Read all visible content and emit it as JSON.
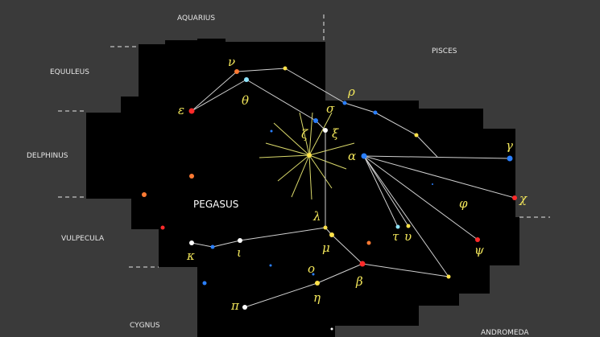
{
  "main_label": "PEGASUS",
  "neighbors": {
    "aquarius": "AQUARIUS",
    "pisces": "PISCES",
    "equuleus": "EQUULEUS",
    "delphinus": "DELPHINUS",
    "vulpecula": "VULPECULA",
    "cygnus": "CYGNUS",
    "andromeda": "ANDROMEDA"
  },
  "greek": {
    "nu": "ν",
    "epsilon": "ε",
    "theta": "θ",
    "rho": "ρ",
    "sigma": "σ",
    "zeta": "ζ",
    "xi": "ξ",
    "alpha": "α",
    "gamma": "γ",
    "chi": "χ",
    "phi": "φ",
    "lambda": "λ",
    "tau": "τ",
    "upsilon": "υ",
    "psi": "ψ",
    "mu": "μ",
    "kappa": "κ",
    "iota": "ι",
    "omicron": "ο",
    "beta": "β",
    "eta": "η",
    "pi": "π"
  },
  "colors": {
    "background": "#3a3a3a",
    "constellation_area": "#000000",
    "stick_lines": "#d0d0d0",
    "greek_labels": "#f2e65a",
    "radiant_rays": "#d9d86a",
    "star_red": "#ff2a2a",
    "star_orange": "#ff7a33",
    "star_yellow": "#ffe24a",
    "star_blue": "#2a7fff",
    "star_cyan": "#8fe6ff",
    "star_white": "#ffffff"
  }
}
